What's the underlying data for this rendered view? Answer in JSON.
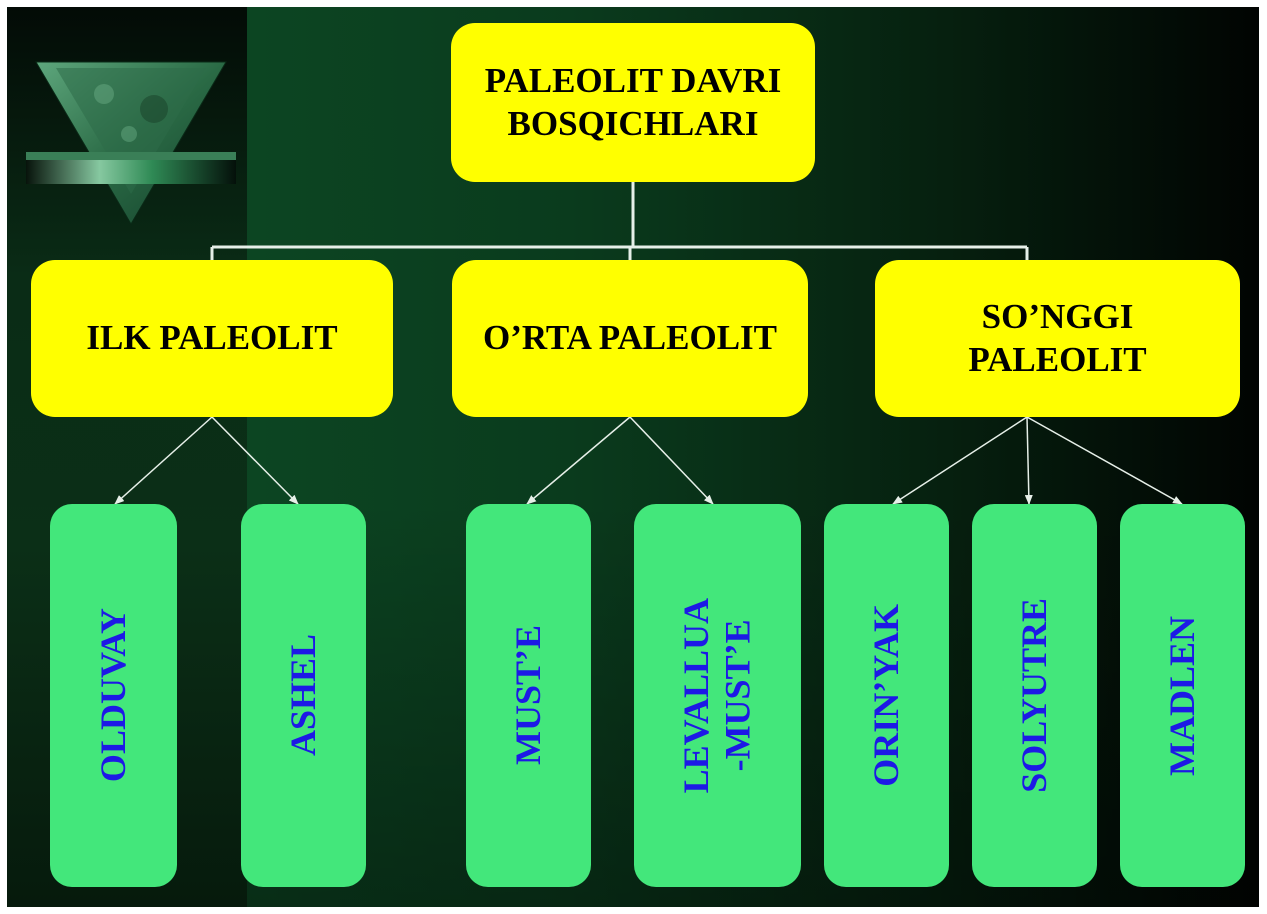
{
  "title": "PALEOLIT DAVRI\nBOSQICHLARI",
  "stages": [
    {
      "label": "ILK PALEOLIT"
    },
    {
      "label": "O’RTA PALEOLIT"
    },
    {
      "label": "SO’NGGI\nPALEOLIT"
    }
  ],
  "cultures": [
    {
      "label": "OLDUVAY"
    },
    {
      "label": "ASHEL"
    },
    {
      "label": "MUST’E"
    },
    {
      "label": "LEVALLUA\n-MUST’E"
    },
    {
      "label": "ORIN’YAK"
    },
    {
      "label": "SOLYUTRE"
    },
    {
      "label": "MADLEN"
    }
  ],
  "colors": {
    "stage_box": "#ffff00",
    "culture_box": "#43e77b",
    "culture_text": "#1d19e6",
    "connector": "#e6efe8"
  },
  "icons": {
    "logo": "green-marble-triangle-logo"
  }
}
